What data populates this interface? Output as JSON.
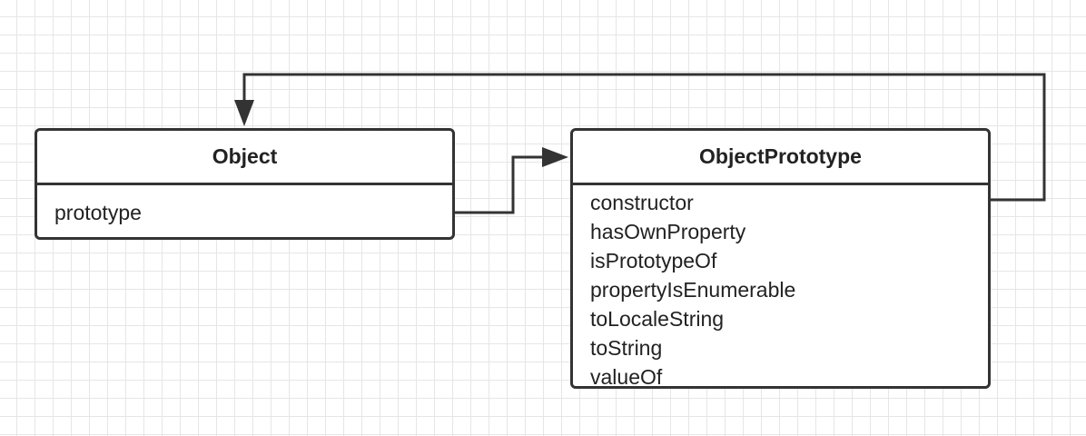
{
  "classes": {
    "object": {
      "name": "Object",
      "members": [
        "prototype"
      ]
    },
    "object_prototype": {
      "name": "ObjectPrototype",
      "members": [
        "constructor",
        "hasOwnProperty",
        "isPrototypeOf",
        "propertyIsEnumerable",
        "toLocaleString",
        "toString",
        "valueOf"
      ]
    }
  },
  "connectors": [
    {
      "from": "object.prototype",
      "to": "object_prototype"
    },
    {
      "from": "object_prototype.constructor",
      "to": "object"
    }
  ],
  "colors": {
    "line": "#333333",
    "grid": "#e6e6e6",
    "background": "#ffffff"
  }
}
